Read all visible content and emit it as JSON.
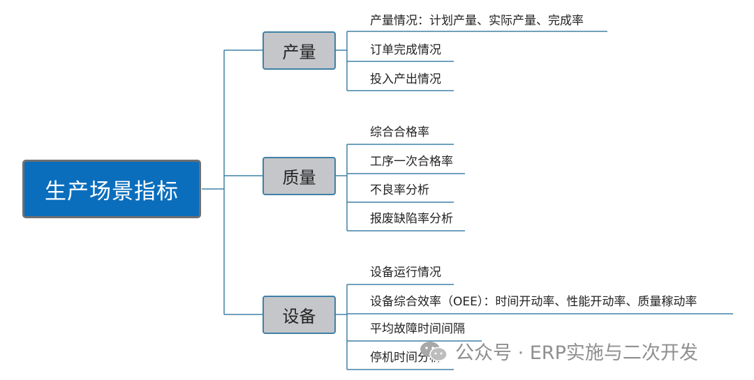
{
  "root": {
    "label": "生产场景指标"
  },
  "branches": [
    {
      "label": "产量",
      "items": [
        "产量情况：计划产量、实际产量、完成率",
        "订单完成情况",
        "投入产出情况"
      ]
    },
    {
      "label": "质量",
      "items": [
        "综合合格率",
        "工序一次合格率",
        "不良率分析",
        "报废缺陷率分析"
      ]
    },
    {
      "label": "设备",
      "items": [
        "设备运行情况",
        "设备综合效率（OEE）：时间开动率、性能开动率、质量稼动率",
        "平均故障时间间隔",
        "停机时间分析"
      ]
    }
  ],
  "watermark": {
    "text": "公众号 · ERP实施与二次开发",
    "icon": "wechat-icon"
  },
  "colors": {
    "root_fill": "#0a6ebd",
    "branch_fill": "#c4c6c9",
    "connector": "#3f80a6"
  }
}
